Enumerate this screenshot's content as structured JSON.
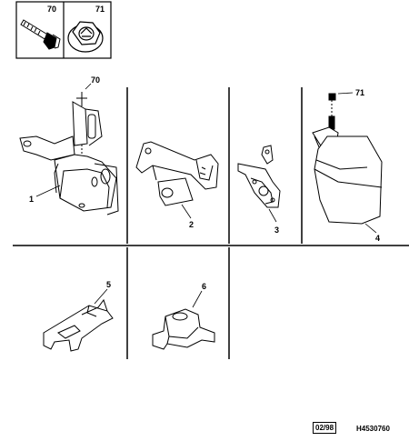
{
  "header_box": {
    "bolt_label": "70",
    "nut_label": "71"
  },
  "callouts": {
    "p70": "70",
    "p71": "71",
    "p1": "1",
    "p2": "2",
    "p3": "3",
    "p4": "4",
    "p5": "5",
    "p6": "6"
  },
  "footer": {
    "date": "02/98",
    "ref": "H4530760"
  }
}
